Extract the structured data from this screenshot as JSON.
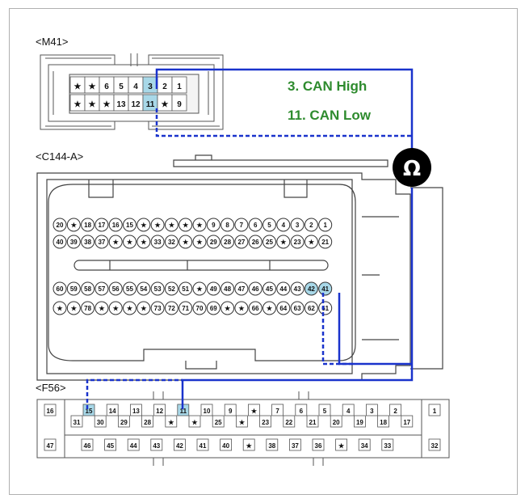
{
  "connectors": {
    "m41": {
      "label": "<M41>",
      "row1": [
        "★",
        "★",
        "6",
        "5",
        "4",
        "3",
        "2",
        "1"
      ],
      "row2": [
        "★",
        "★",
        "★",
        "13",
        "12",
        "11",
        "★",
        "9"
      ]
    },
    "c144a": {
      "label": "<C144-A>",
      "row1": [
        "20",
        "★",
        "18",
        "17",
        "16",
        "15",
        "★",
        "★",
        "★",
        "★",
        "★",
        "9",
        "8",
        "7",
        "6",
        "5",
        "4",
        "3",
        "2",
        "1"
      ],
      "row2": [
        "40",
        "39",
        "38",
        "37",
        "★",
        "★",
        "★",
        "33",
        "32",
        "★",
        "★",
        "29",
        "28",
        "27",
        "26",
        "25",
        "★",
        "23",
        "★",
        "21"
      ],
      "row3": [
        "60",
        "59",
        "58",
        "57",
        "56",
        "55",
        "54",
        "53",
        "52",
        "51",
        "★",
        "49",
        "48",
        "47",
        "46",
        "45",
        "44",
        "43",
        "42",
        "41"
      ],
      "row4": [
        "★",
        "★",
        "78",
        "★",
        "★",
        "★",
        "★",
        "73",
        "72",
        "71",
        "70",
        "69",
        "★",
        "★",
        "66",
        "★",
        "64",
        "63",
        "62",
        "61"
      ]
    },
    "f56": {
      "label": "<F56>",
      "top_upper": [
        "15",
        "14",
        "13",
        "12",
        "11",
        "10",
        "9",
        "★",
        "7",
        "6",
        "5",
        "4",
        "3",
        "2"
      ],
      "top_lower": [
        "31",
        "30",
        "29",
        "28",
        "★",
        "★",
        "25",
        "★",
        "23",
        "22",
        "21",
        "20",
        "19",
        "18",
        "17"
      ],
      "left_top": "16",
      "right_top": "1",
      "bottom": [
        "46",
        "45",
        "44",
        "43",
        "42",
        "41",
        "40",
        "★",
        "38",
        "37",
        "36",
        "★",
        "34",
        "33"
      ],
      "left_bottom": "47",
      "right_bottom": "32"
    }
  },
  "legend": {
    "can_high": "3. CAN High",
    "can_low": "11. CAN Low"
  },
  "meter": {
    "symbol": "Ω"
  },
  "colors": {
    "wire": "#1a33cc",
    "legend_text": "#2e8b2e",
    "highlight_pin": "#a8d8e8",
    "meter_bg": "#000000"
  }
}
